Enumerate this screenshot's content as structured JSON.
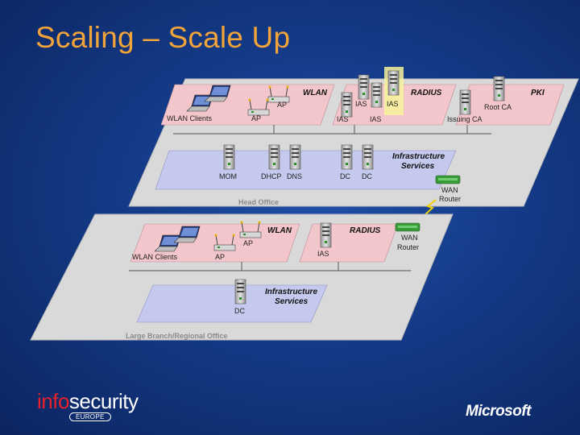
{
  "title": "Scaling – Scale Up",
  "head_office": {
    "zone_label": "Head Office",
    "wlan": {
      "header": "WLAN",
      "ap_label_1": "AP",
      "ap_label_2": "AP",
      "clients_label": "WLAN Clients"
    },
    "radius": {
      "header": "RADIUS",
      "ias_1": "IAS",
      "ias_2": "IAS",
      "ias_3": "IAS",
      "ias_4": "IAS"
    },
    "pki": {
      "header": "PKI",
      "root_ca": "Root CA",
      "issuing_ca": "Issuing CA"
    },
    "infra": {
      "header_line1": "Infrastructure",
      "header_line2": "Services",
      "mom": "MOM",
      "dhcp": "DHCP",
      "dns": "DNS",
      "dc_1": "DC",
      "dc_2": "DC"
    },
    "router": {
      "line1": "WAN",
      "line2": "Router"
    }
  },
  "branch_office": {
    "zone_label": "Large Branch/Regional Office",
    "wlan": {
      "header": "WLAN",
      "ap_label_1": "AP",
      "ap_label_2": "AP",
      "clients_label": "WLAN Clients"
    },
    "radius": {
      "header": "RADIUS",
      "ias": "IAS"
    },
    "infra": {
      "header_line1": "Infrastructure",
      "header_line2": "Services",
      "dc": "DC"
    },
    "router": {
      "line1": "WAN",
      "line2": "Router"
    }
  },
  "logos": {
    "left_info": "info",
    "left_security": "security",
    "left_region": "EUROPE",
    "right": "Microsoft"
  },
  "colors": {
    "title": "#f2a33a",
    "pink_panel": "#f3c6cc",
    "blue_panel": "#c6c9ee",
    "gray_panel": "#d9d9d9",
    "accent_red": "#e8202a"
  }
}
